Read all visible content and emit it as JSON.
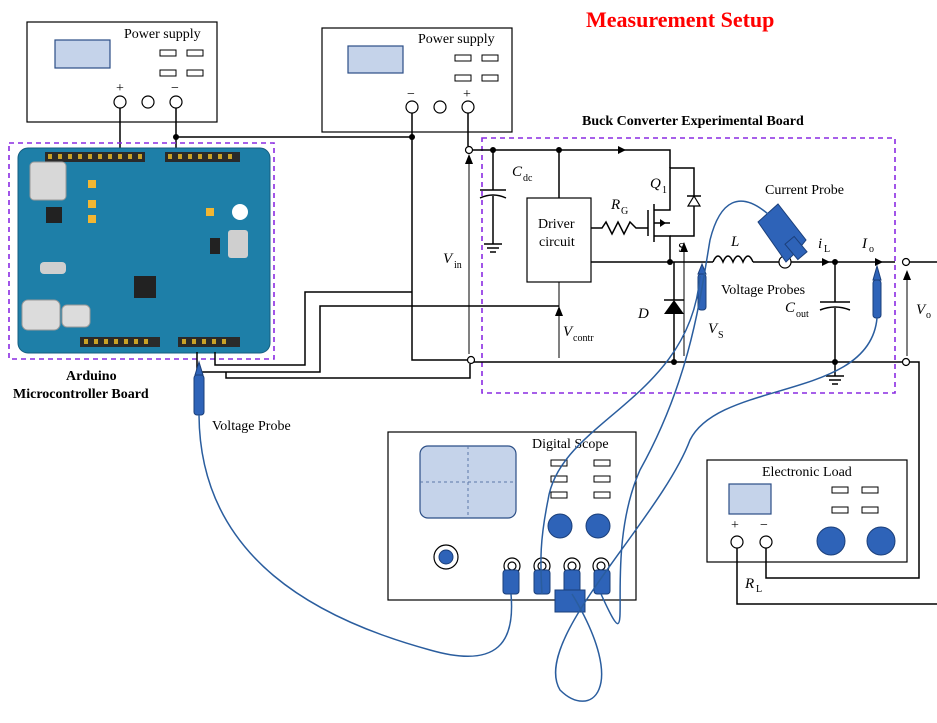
{
  "title": "Measurement Setup",
  "power_supply_1": {
    "label": "Power supply",
    "plus": "+",
    "minus": "−"
  },
  "power_supply_2": {
    "label": "Power supply",
    "plus": "+",
    "minus": "−"
  },
  "buck_board": {
    "label": "Buck Converter Experimental Board"
  },
  "arduino": {
    "label_line1": "Arduino",
    "label_line2": "Microcontroller Board"
  },
  "driver": {
    "line1": "Driver",
    "line2": "circuit"
  },
  "labels": {
    "cdc": "C",
    "cdc_sub": "dc",
    "q1": "Q",
    "q1_sub": "1",
    "rg": "R",
    "rg_sub": "G",
    "s": "S",
    "l": "L",
    "d": "D",
    "il": "i",
    "il_sub": "L",
    "io": "I",
    "io_sub": "o",
    "vin": "V",
    "vin_sub": "in",
    "vcontr": "V",
    "vcontr_sub": "contr",
    "vs": "V",
    "vs_sub": "S",
    "cout": "C",
    "cout_sub": "out",
    "vo": "V",
    "vo_sub": "o",
    "rl": "R",
    "rl_sub": "L"
  },
  "current_probe": "Current Probe",
  "voltage_probes": "Voltage Probes",
  "voltage_probe": "Voltage Probe",
  "digital_scope": "Digital Scope",
  "electronic_load": {
    "label": "Electronic Load",
    "plus": "+",
    "minus": "−"
  },
  "colors": {
    "title": "#ff0000",
    "dashed_border": "#8a2be2",
    "probe_blue": "#2e63b8",
    "arduino_board": "#1e7fa8",
    "screen": "#c5d3ea"
  }
}
